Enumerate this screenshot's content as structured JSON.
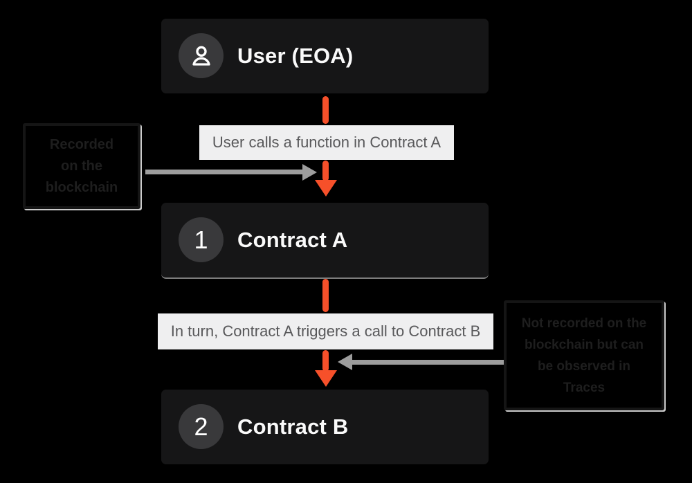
{
  "diagram": {
    "nodes": [
      {
        "id": "user",
        "badge_icon": "user-icon",
        "title": "User (EOA)"
      },
      {
        "id": "contract-a",
        "badge": "1",
        "title": "Contract A"
      },
      {
        "id": "contract-b",
        "badge": "2",
        "title": "Contract B"
      }
    ],
    "flow_labels": [
      {
        "text": "User calls a function in Contract A"
      },
      {
        "text": "In turn, Contract A triggers a call to Contract B"
      }
    ],
    "callouts": [
      {
        "id": "recorded",
        "lines": [
          "Recorded",
          "on the",
          "blockchain"
        ]
      },
      {
        "id": "not-recorded",
        "lines": [
          "Not recorded on the",
          "blockchain but can",
          "be observed in",
          "Traces"
        ]
      }
    ],
    "colors": {
      "background": "#000000",
      "node_fill": "#161617",
      "badge_fill": "#39393b",
      "node_text": "#fafafa",
      "flow_label_fill": "#efeff0",
      "flow_label_text": "#58585a",
      "arrow_accent": "#f6502a",
      "arrow_gray": "#9d9d9d",
      "callout_border": "#151515",
      "callout_text": "#1e1e1e"
    }
  }
}
